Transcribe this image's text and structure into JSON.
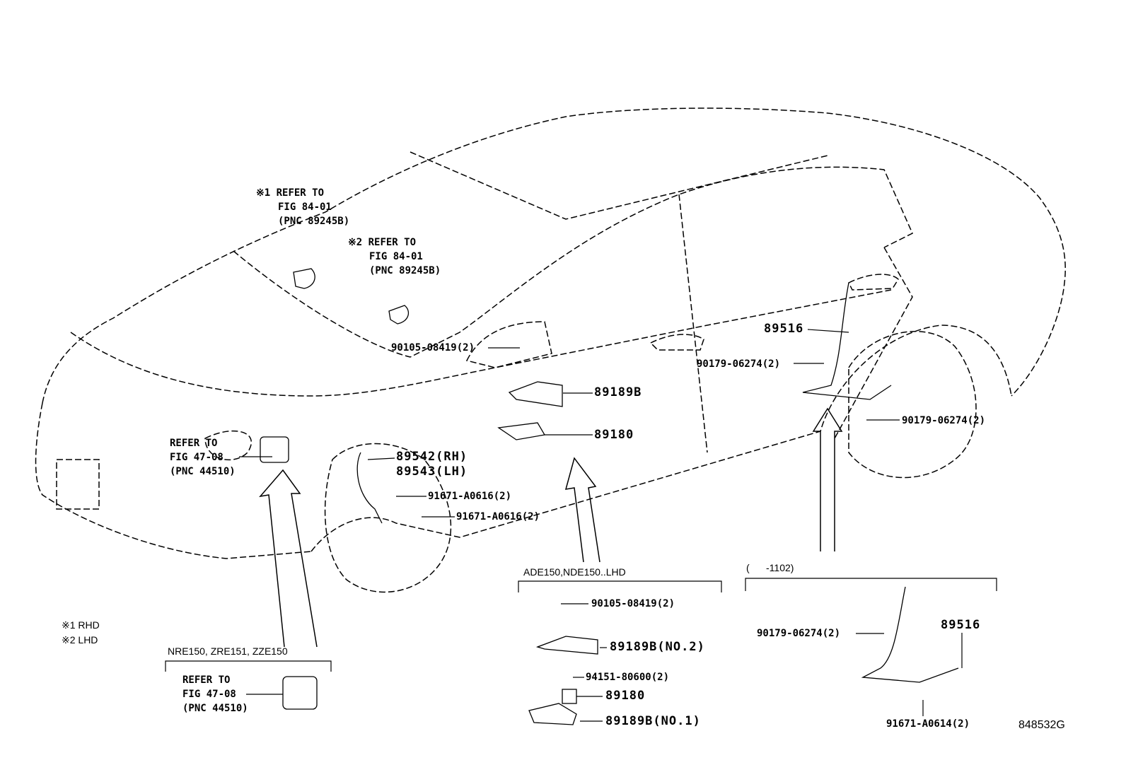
{
  "diagram_id": "848532G",
  "notes": {
    "note1": "※1 RHD",
    "note2": "※2 LHD"
  },
  "callouts": {
    "ref1": {
      "line1": "※1 REFER TO",
      "line2": "FIG 84-01",
      "line3": "(PNC 89245B)"
    },
    "ref2": {
      "line1": "※2 REFER TO",
      "line2": "FIG 84-01",
      "line3": "(PNC 89245B)"
    },
    "ref_actuator": {
      "line1": "REFER TO",
      "line2": "FIG 47-08",
      "line3": "(PNC 44510)"
    },
    "ref_actuator2": {
      "line1": "REFER TO",
      "line2": "FIG 47-08",
      "line3": "(PNC 44510)"
    }
  },
  "parts": {
    "p90105_top": "90105-08419(2)",
    "p89189B": "89189B",
    "p89180": "89180",
    "p89516": "89516",
    "p90179_a": "90179-06274(2)",
    "p90179_b": "90179-06274(2)",
    "p89542": "89542(RH)",
    "p89543": "89543(LH)",
    "p91671_a": "91671-A0616(2)",
    "p91671_b": "91671-A0616(2)"
  },
  "inset_lhd": {
    "title": "ADE150,NDE150..LHD",
    "p90105": "90105-08419(2)",
    "p89189B_no2": "89189B(NO.2)",
    "p94151": "94151-80600(2)",
    "p89180": "89180",
    "p89189B_no1": "89189B(NO.1)"
  },
  "inset_1102": {
    "title": "(      -1102)",
    "p90179": "90179-06274(2)",
    "p89516": "89516",
    "p91671": "91671-A0614(2)"
  },
  "inset_models": {
    "title": "NRE150, ZRE151, ZZE150"
  }
}
